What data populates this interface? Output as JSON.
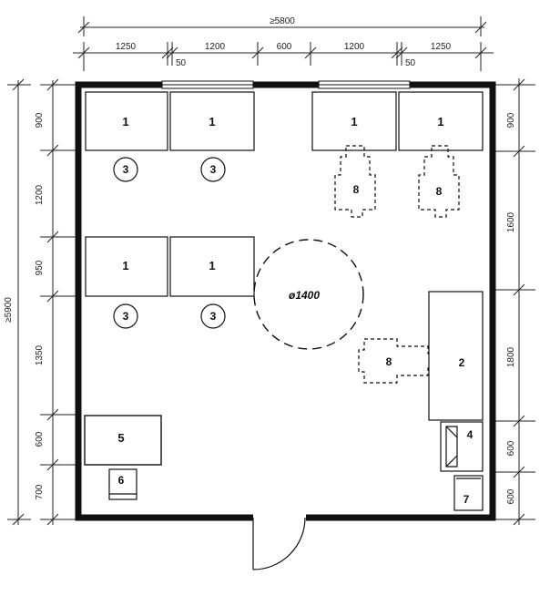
{
  "top_dims": {
    "overall": "≥5800",
    "segments": [
      "1250",
      "1200",
      "600",
      "1200",
      "1250"
    ],
    "gap_left": "50",
    "gap_right": "50"
  },
  "left_dims": {
    "overall": "≥5900",
    "segments": [
      "900",
      "1200",
      "950",
      "1350",
      "600",
      "700"
    ]
  },
  "right_dims": {
    "segments": [
      "900",
      "1600",
      "1800",
      "600",
      "600"
    ]
  },
  "labels": {
    "table": "1",
    "counter": "2",
    "chair": "3",
    "sink": "4",
    "cabinet": "5",
    "bin": "6",
    "device": "7",
    "wheelchair": "8",
    "turning_circle": "ø1400"
  }
}
